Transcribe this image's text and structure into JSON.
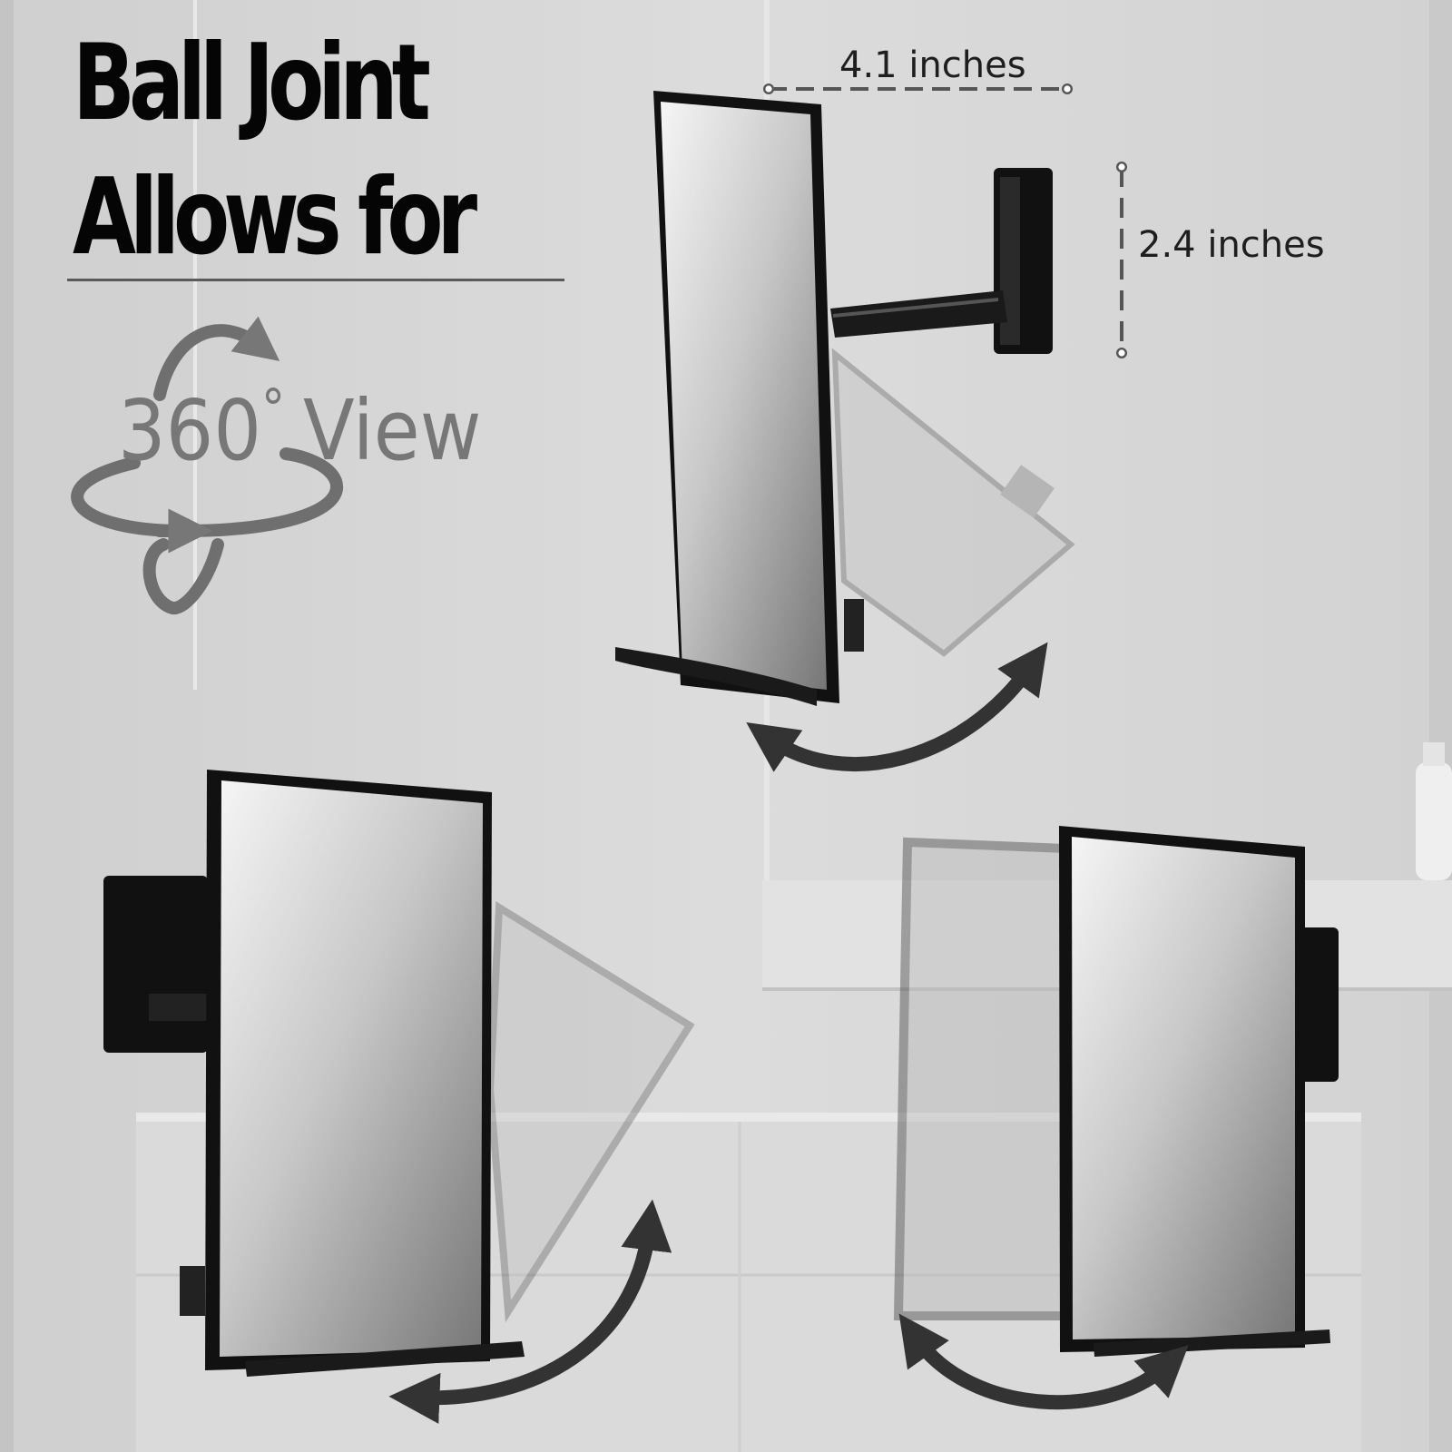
{
  "headline": {
    "line1": "Ball Joint",
    "line2": "Allows for"
  },
  "feature": {
    "rotation": "360",
    "degree_symbol": "°",
    "label": "View"
  },
  "dimensions": {
    "width": "4.1 inches",
    "height": "2.4 inches"
  },
  "colors": {
    "background": "#d6d6d6",
    "headline_text": "#050505",
    "feature_text": "#777777",
    "frame": "#111111",
    "arrow": "#333333"
  }
}
